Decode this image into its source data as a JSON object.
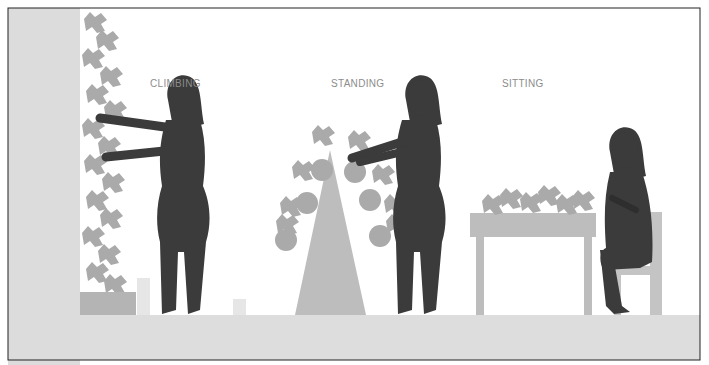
{
  "diagram": {
    "labels": [
      "CLIMBING",
      "STANDING",
      "SITTING"
    ]
  }
}
